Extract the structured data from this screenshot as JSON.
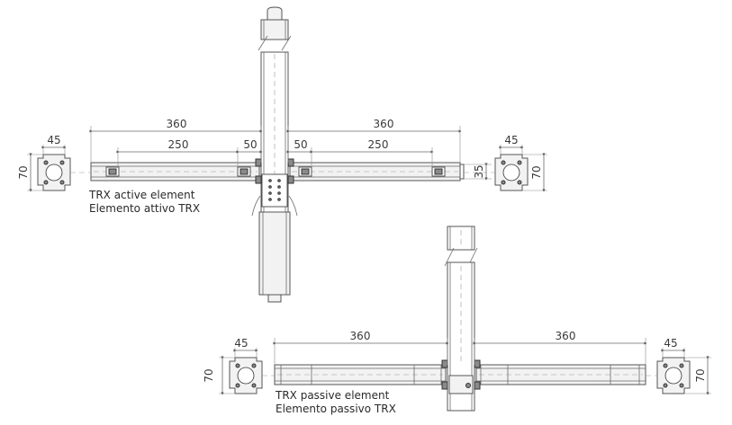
{
  "active": {
    "caption_en": "TRX active element",
    "caption_it": "Elemento attivo TRX",
    "dims": {
      "left_total": "360",
      "right_total": "360",
      "left_inner": "250",
      "right_inner": "250",
      "left_offset": "50",
      "right_offset": "50",
      "bar_height": "35",
      "left_bracket_width": "45",
      "right_bracket_width": "45",
      "left_bracket_height": "70",
      "right_bracket_height": "70"
    }
  },
  "passive": {
    "caption_en": "TRX passive element",
    "caption_it": "Elemento passivo TRX",
    "dims": {
      "left_total": "360",
      "right_total": "360",
      "left_bracket_width": "45",
      "right_bracket_width": "45",
      "left_bracket_height": "70",
      "right_bracket_height": "70"
    }
  }
}
